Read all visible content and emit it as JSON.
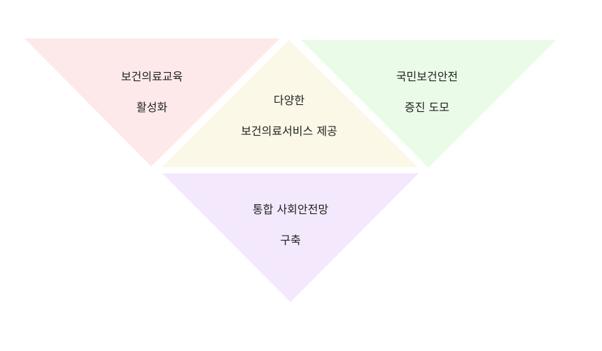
{
  "colors": {
    "education": "#fde9e9",
    "service": "#fbf8e7",
    "safety": "#eafce8",
    "safetynet": "#f3e8fc"
  },
  "segments": {
    "education": {
      "line1": "보건의료교육",
      "line2": "활성화"
    },
    "service": {
      "line1": "다양한",
      "line2": "보건의료서비스 제공"
    },
    "safety": {
      "line1": "국민보건안전",
      "line2": "증진 도모"
    },
    "safetynet": {
      "line1": "통합 사회안전망",
      "line2": "구축"
    }
  }
}
